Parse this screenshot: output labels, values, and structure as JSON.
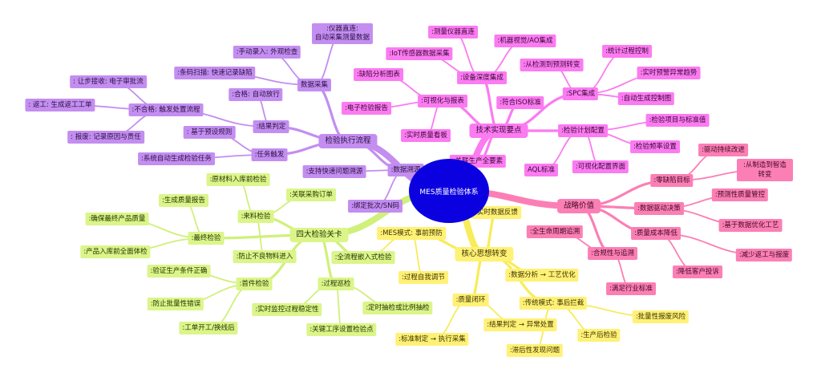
{
  "center": {
    "label": "MES质量检验体系"
  },
  "branches": [
    {
      "id": "b1",
      "label": "检验执行流程",
      "color": "#c38ef0",
      "cls": "c-purple"
    },
    {
      "id": "b2",
      "label": "技术实现要点",
      "color": "#fb7bf1",
      "cls": "c-magenta"
    },
    {
      "id": "b3",
      "label": "战略价值",
      "color": "#fb7fb5",
      "cls": "c-pink"
    },
    {
      "id": "b4",
      "label": "核心思想转变",
      "color": "#f7ec5a",
      "cls": "c-yellow"
    },
    {
      "id": "b5",
      "label": "四大检验关卡",
      "color": "#d0f07a",
      "cls": "c-lime"
    }
  ],
  "nodes": [
    {
      "id": "b1-1",
      "parent": "b1",
      "label": "数据采集"
    },
    {
      "id": "b1-1-1",
      "parent": "b1-1",
      "label": ":仪器直连:\n自动采集测量数据"
    },
    {
      "id": "b1-1-2",
      "parent": "b1-1",
      "label": ":手动录入: 外观检查"
    },
    {
      "id": "b1-1-3",
      "parent": "b1-1",
      "label": ":条码扫描: 快速记录缺陷"
    },
    {
      "id": "b1-2",
      "parent": "b1",
      "label": ":结果判定"
    },
    {
      "id": "b1-2-1",
      "parent": "b1-2",
      "label": ":合格: 自动放行"
    },
    {
      "id": "b1-2-2",
      "parent": "b1-2",
      "label": ":不合格: 触发处置流程"
    },
    {
      "id": "b1-2-2-1",
      "parent": "b1-2-2",
      "label": ": 让步接收: 电子审批流"
    },
    {
      "id": "b1-2-2-2",
      "parent": "b1-2-2",
      "label": ": 返工: 生成返工工单"
    },
    {
      "id": "b1-2-2-3",
      "parent": "b1-2-2",
      "label": ": 报废: 记录原因与责任"
    },
    {
      "id": "b1-3",
      "parent": "b1",
      "label": ":任务触发"
    },
    {
      "id": "b1-3-1",
      "parent": "b1-3",
      "label": ": 基于预设规则"
    },
    {
      "id": "b1-3-2",
      "parent": "b1-3",
      "label": ":系统自动生成检验任务"
    },
    {
      "id": "b1-4",
      "parent": "b1",
      "label": ":数据溯源"
    },
    {
      "id": "b1-4-1",
      "parent": "b1-4",
      "label": ":支持快速问题溯源"
    },
    {
      "id": "b1-4-2",
      "parent": "b1-4",
      "label": ":绑定批次/SN码"
    },
    {
      "id": "b2-1",
      "parent": "b2",
      "label": ":设备深度集成"
    },
    {
      "id": "b2-1-1",
      "parent": "b2-1",
      "label": ":测量仪器直连"
    },
    {
      "id": "b2-1-2",
      "parent": "b2-1",
      "label": ":IoT传感器数据采集"
    },
    {
      "id": "b2-1-3",
      "parent": "b2-1",
      "label": ":机器视觉/AO集成"
    },
    {
      "id": "b2-2",
      "parent": "b2",
      "label": ":可视化与报表"
    },
    {
      "id": "b2-2-1",
      "parent": "b2-2",
      "label": ":缺陷分析图表"
    },
    {
      "id": "b2-2-2",
      "parent": "b2-2",
      "label": ":电子检验报告"
    },
    {
      "id": "b2-2-3",
      "parent": "b2-2",
      "label": ":实时质量看板"
    },
    {
      "id": "b2-3",
      "parent": "b2",
      "label": ":SPC集成"
    },
    {
      "id": "b2-3-1",
      "parent": "b2-3",
      "label": ":从检测到预测转变"
    },
    {
      "id": "b2-3-2",
      "parent": "b2-3",
      "label": ":统计过程控制"
    },
    {
      "id": "b2-3-3",
      "parent": "b2-3",
      "label": ":实时预警异常趋势"
    },
    {
      "id": "b2-3-4",
      "parent": "b2-3",
      "label": ":自动生成控制图"
    },
    {
      "id": "b2-4",
      "parent": "b2",
      "label": ":符合ISO标准"
    },
    {
      "id": "b2-5",
      "parent": "b2",
      "label": ":检验计划配置"
    },
    {
      "id": "b2-5-1",
      "parent": "b2-5",
      "label": ":检验项目与标准值"
    },
    {
      "id": "b2-5-2",
      "parent": "b2-5",
      "label": ":检验频率设置"
    },
    {
      "id": "b2-5-3",
      "parent": "b2-5",
      "label": ":可视化配置界面"
    },
    {
      "id": "b2-5-4",
      "parent": "b2-5",
      "label": "AQL标准"
    },
    {
      "id": "b2-6",
      "parent": "b2",
      "label": ":关联生产全要素"
    },
    {
      "id": "b3-1",
      "parent": "b3",
      "label": ":零缺陷目标"
    },
    {
      "id": "b3-1-1",
      "parent": "b3-1",
      "label": ":驱动持续改进"
    },
    {
      "id": "b3-1-2",
      "parent": "b3-1",
      "label": ":从制造到智造转变"
    },
    {
      "id": "b3-2",
      "parent": "b3",
      "label": ":数据驱动决策"
    },
    {
      "id": "b3-2-1",
      "parent": "b3-2",
      "label": ":预测性质量管控"
    },
    {
      "id": "b3-2-2",
      "parent": "b3-2",
      "label": ":基于数据优化工艺"
    },
    {
      "id": "b3-3",
      "parent": "b3",
      "label": ":质量成本降低"
    },
    {
      "id": "b3-3-1",
      "parent": "b3-3",
      "label": ":减少返工与报废"
    },
    {
      "id": "b3-3-2",
      "parent": "b3-3",
      "label": ":降低客户投诉"
    },
    {
      "id": "b3-4",
      "parent": "b3",
      "label": ":合规性与追溯"
    },
    {
      "id": "b3-4-1",
      "parent": "b3-4",
      "label": ":全生命周期追溯"
    },
    {
      "id": "b3-4-2",
      "parent": "b3-4",
      "label": ":满足行业标准"
    },
    {
      "id": "b4-1",
      "parent": "b4",
      "label": ":实时数据反馈"
    },
    {
      "id": "b4-2",
      "parent": "b4",
      "label": ":MES模式: 事前预防"
    },
    {
      "id": "b4-2-1",
      "parent": "b4-2",
      "label": ":全流程嵌入式检验"
    },
    {
      "id": "b4-2-2",
      "parent": "b4-2",
      "label": ":过程自我调节"
    },
    {
      "id": "b4-3",
      "parent": "b4",
      "label": ":数据分析 → 工艺优化"
    },
    {
      "id": "b4-4",
      "parent": "b4",
      "label": ":质量闭环"
    },
    {
      "id": "b4-4-1",
      "parent": "b4-4",
      "label": ":标准制定 → 执行采集"
    },
    {
      "id": "b4-4-2",
      "parent": "b4-4",
      "label": ":结果判定 → 异常处置"
    },
    {
      "id": "b4-5",
      "parent": "b4",
      "label": ":传统模式: 事后拦截"
    },
    {
      "id": "b4-5-1",
      "parent": "b4-5",
      "label": ":批量性报废风险"
    },
    {
      "id": "b4-5-2",
      "parent": "b4-5",
      "label": ":生产后检验"
    },
    {
      "id": "b4-5-3",
      "parent": "b4-5",
      "label": ":滞后性发现问题"
    },
    {
      "id": "b5-1",
      "parent": "b5",
      "label": ":来料检验"
    },
    {
      "id": "b5-1-1",
      "parent": "b5-1",
      "label": ":原材料入库前检验"
    },
    {
      "id": "b5-1-2",
      "parent": "b5-1",
      "label": ":关联采购订单"
    },
    {
      "id": "b5-1-3",
      "parent": "b5-1",
      "label": ":防止不良物料进入"
    },
    {
      "id": "b5-2",
      "parent": "b5",
      "label": ":最终检验"
    },
    {
      "id": "b5-2-1",
      "parent": "b5-2",
      "label": ":生成质量报告"
    },
    {
      "id": "b5-2-2",
      "parent": "b5-2",
      "label": ":确保最终产品质量"
    },
    {
      "id": "b5-2-3",
      "parent": "b5-2",
      "label": ":产品入库前全面体检"
    },
    {
      "id": "b5-3",
      "parent": "b5",
      "label": ":全流程嵌入式检验"
    },
    {
      "id": "b5-4",
      "parent": "b5",
      "label": ":过程巡检"
    },
    {
      "id": "b5-4-1",
      "parent": "b5-4",
      "label": ":实时监控过程稳定性"
    },
    {
      "id": "b5-4-2",
      "parent": "b5-4",
      "label": ":定时抽检或比例抽检"
    },
    {
      "id": "b5-4-3",
      "parent": "b5-4",
      "label": ":关键工序设置检验点"
    },
    {
      "id": "b5-5",
      "parent": "b5",
      "label": ":首件检验"
    },
    {
      "id": "b5-5-1",
      "parent": "b5-5",
      "label": ":验证生产条件正确"
    },
    {
      "id": "b5-5-2",
      "parent": "b5-5",
      "label": ":防止批量性错误"
    },
    {
      "id": "b5-5-3",
      "parent": "b5-5",
      "label": ":工单开工/换线后"
    }
  ]
}
